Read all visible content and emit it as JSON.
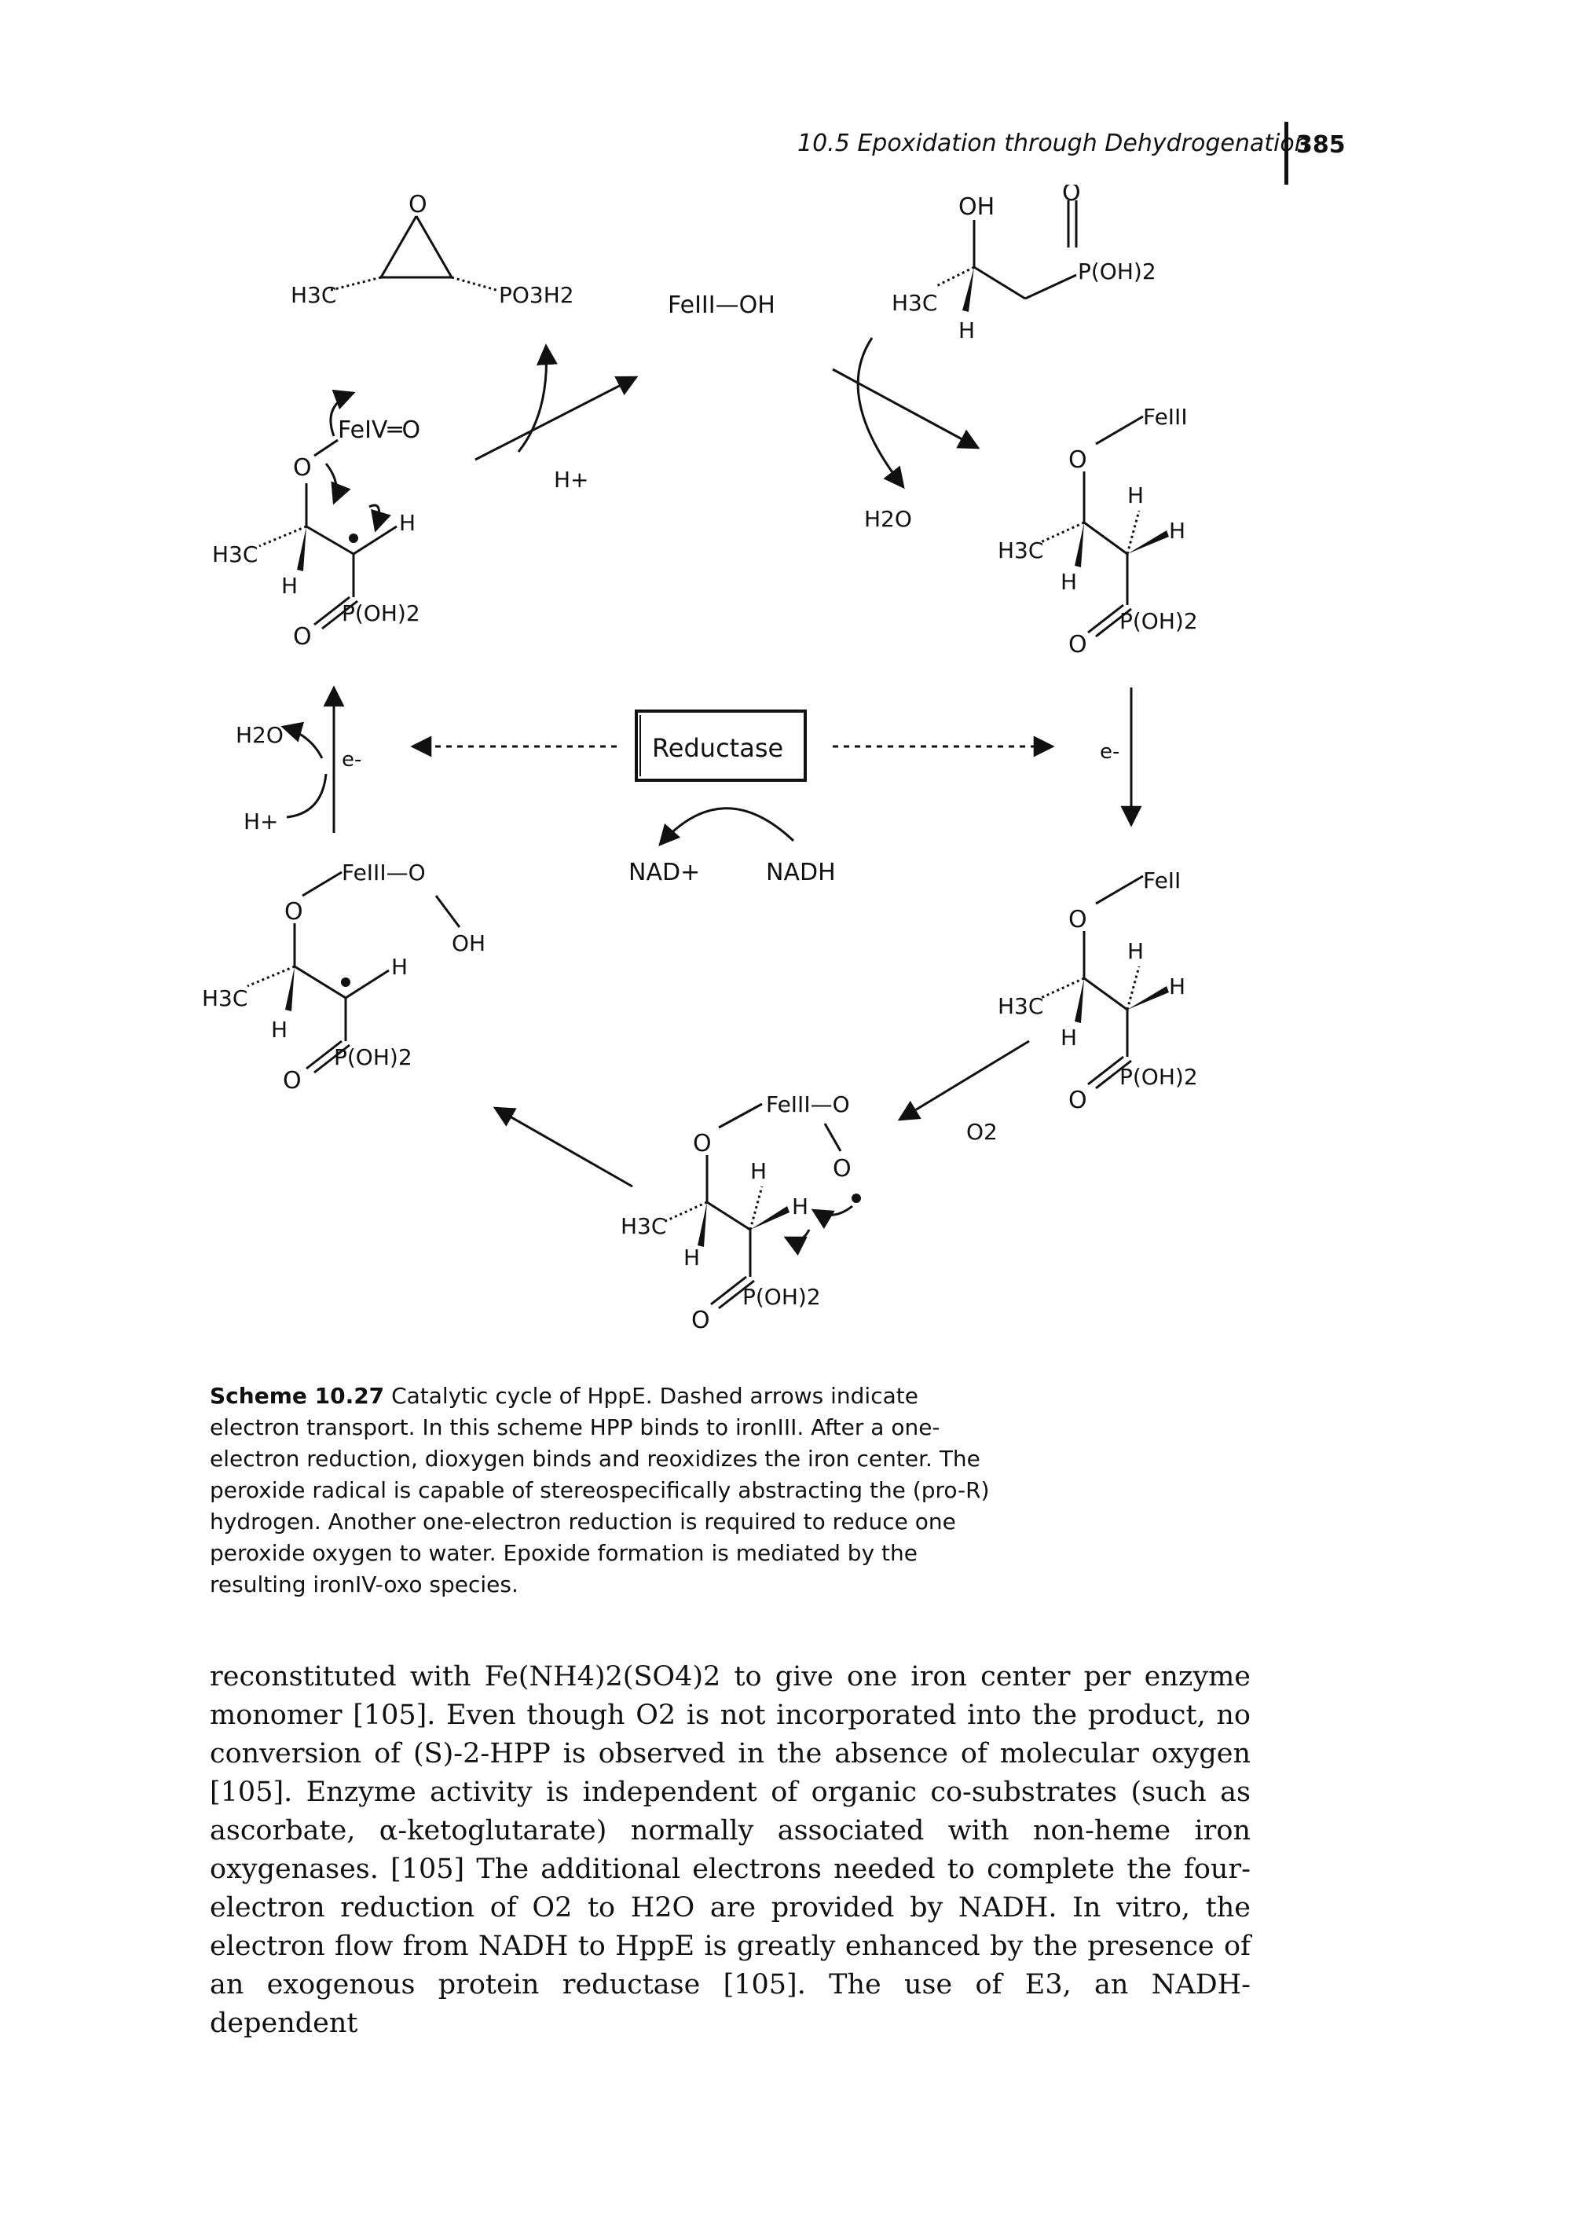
{
  "header": {
    "running_title": "10.5 Epoxidation through Dehydrogenation",
    "page_number": "385"
  },
  "scheme": {
    "epoxide": {
      "o": "O",
      "h3c": "H3C",
      "po3h2": "PO3H2"
    },
    "fe3oh": "FeIII—OH",
    "hpp": {
      "oh": "OH",
      "o": "O",
      "poh2": "P(OH)2",
      "h3c": "H3C",
      "h": "H"
    },
    "h_plus_top": "H+",
    "h2o_top": "H2O",
    "fe4oxo": {
      "fe": "FeIV═O",
      "o": "O",
      "h": "H",
      "h3c": "H3C",
      "h2": "H",
      "o2": "O",
      "poh2": "P(OH)2"
    },
    "fe3_bound": {
      "fe": "FeIII",
      "o": "O",
      "h": "H",
      "h2": "H",
      "h3c": "H3C",
      "h3": "H",
      "o2": "O",
      "poh2": "P(OH)2"
    },
    "reductase": "Reductase",
    "nad_plus": "NAD+",
    "nadh": "NADH",
    "electron": "e-",
    "h2o_left": "H2O",
    "h_plus_left": "H+",
    "fe3_hydroperoxo": {
      "fe": "FeIII—O",
      "o": "O",
      "oh": "OH",
      "h": "H",
      "h3c": "H3C",
      "h2": "H",
      "o2": "O",
      "poh2": "P(OH)2"
    },
    "fe2_bound": {
      "fe": "FeII",
      "o": "O",
      "h": "H",
      "h2": "H",
      "h3c": "H3C",
      "h3": "H",
      "o2": "O",
      "poh2": "P(OH)2"
    },
    "o2": "O2",
    "fe3_superoxo": {
      "fe": "FeIII—O",
      "o": "O",
      "o_rad": "O",
      "h": "H",
      "h2": "H",
      "h3c": "H3C",
      "h3": "H",
      "o2": "O",
      "poh2": "P(OH)2"
    }
  },
  "caption": {
    "label": "Scheme 10.27",
    "text": "Catalytic cycle of HppE. Dashed arrows indicate electron transport. In this scheme HPP binds to ironIII. After a one-electron reduction, dioxygen binds and reoxidizes the iron center. The peroxide radical is capable of stereospecifically abstracting the (pro-R) hydrogen. Another one-electron reduction is required to reduce one peroxide oxygen to water. Epoxide formation is mediated by the resulting ironIV-oxo species."
  },
  "body": {
    "paragraph": "reconstituted with Fe(NH4)2(SO4)2 to give one iron center per enzyme monomer [105]. Even though O2 is not incorporated into the product, no conversion of (S)-2-HPP is observed in the absence of molecular oxygen [105]. Enzyme activity is independent of organic co-substrates (such as ascorbate, α-ketoglutarate) normally associated with non-heme iron oxygenases. [105] The additional electrons needed to complete the four-electron reduction of O2 to H2O are provided by NADH. In vitro, the electron flow from NADH to HppE is greatly enhanced by the presence of an exogenous protein reductase [105]. The use of E3, an NADH-dependent"
  }
}
